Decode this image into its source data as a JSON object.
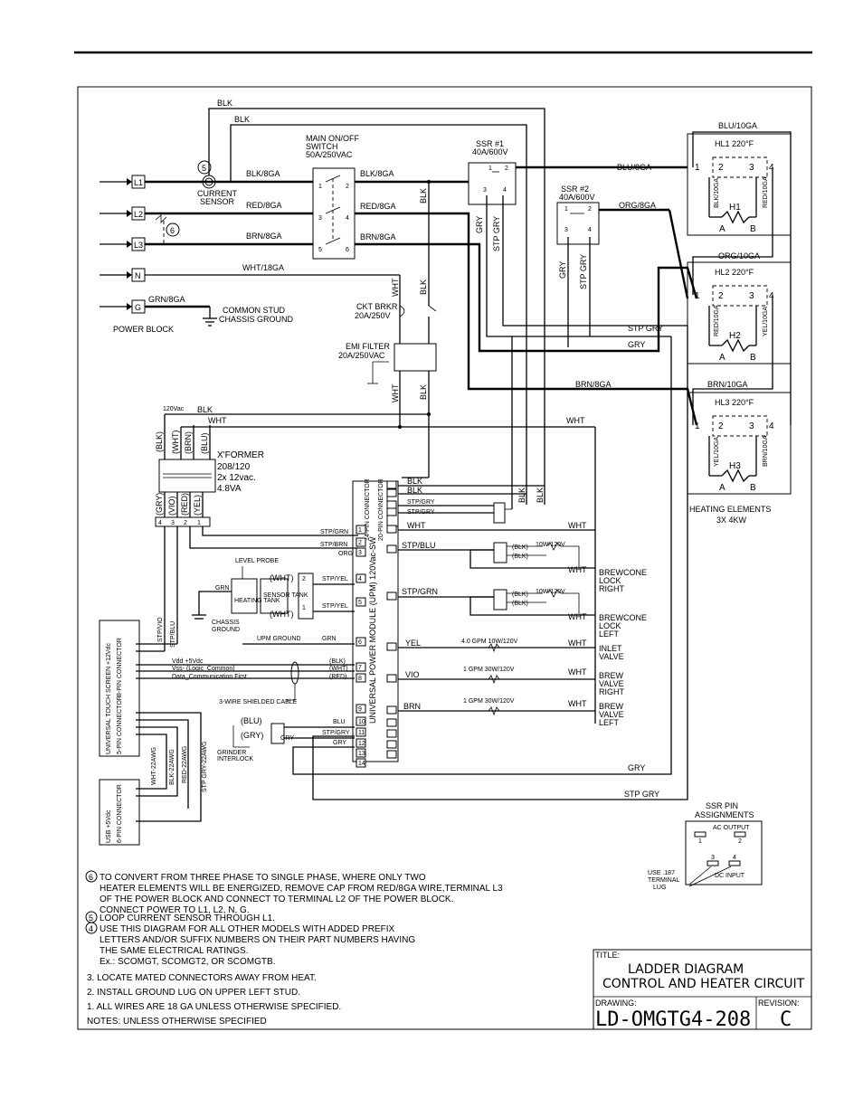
{
  "drawing": {
    "title_label": "TITLE:",
    "title_line1": "LADDER DIAGRAM",
    "title_line2": "CONTROL AND HEATER CIRCUIT",
    "drawing_label": "DRAWING:",
    "drawing_number": "LD-OMGTG4-208",
    "revision_label": "REVISION:",
    "revision": "C"
  },
  "power_block": {
    "label": "POWER BLOCK",
    "terminals": [
      "L1",
      "L2",
      "L3",
      "N",
      "G"
    ],
    "wires": [
      "BLK/8GA",
      "RED/8GA",
      "BRN/8GA",
      "WHT/18GA",
      "GRN/8GA"
    ],
    "ground_label_1": "COMMON STUD",
    "ground_label_2": "CHASSIS GROUND"
  },
  "main_switch": {
    "line1": "MAIN ON/OFF",
    "line2": "SWITCH",
    "line3": "50A/250VAC",
    "out_wires": [
      "BLK/8GA",
      "RED/8GA",
      "BRN/8GA"
    ],
    "pins": [
      "1",
      "2",
      "3",
      "4",
      "5",
      "6"
    ]
  },
  "current_sensor": {
    "line1": "CURRENT",
    "line2": "SENSOR",
    "callout": "5"
  },
  "callout_6": "6",
  "top_wires": [
    "BLK",
    "BLK"
  ],
  "ssr1": {
    "line1": "SSR #1",
    "line2": "40A/600V",
    "pins": [
      "1",
      "2",
      "3",
      "4"
    ]
  },
  "ssr2": {
    "line1": "SSR #2",
    "line2": "40A/600V",
    "pins": [
      "1",
      "2",
      "3",
      "4"
    ]
  },
  "wire_labels": {
    "blu8": "BLU/8GA",
    "org8": "ORG/8GA",
    "brn8": "BRN/8GA",
    "stp_gry": "STP GRY",
    "gry": "GRY",
    "blk": "BLK",
    "wht": "WHT",
    "blu10": "BLU/10GA",
    "org10": "ORG/10GA",
    "brn10": "BRN/10GA",
    "v120": "120Vac"
  },
  "heaters": [
    {
      "label": "HL1 220°F",
      "element": "H1",
      "left_wire": "BLK/10GA",
      "right_wire": "RED/10GA"
    },
    {
      "label": "HL2 220°F",
      "element": "H2",
      "left_wire": "RED/10GA",
      "right_wire": "YEL/10GA"
    },
    {
      "label": "HL3 220°F",
      "element": "H3",
      "left_wire": "YEL/10GA",
      "right_wire": "BRN/10GA"
    }
  ],
  "heater_pins": [
    "1",
    "2",
    "3",
    "4"
  ],
  "heater_ab": [
    "A",
    "B"
  ],
  "heating_elements": {
    "line1": "HEATING ELEMENTS",
    "line2": "3X 4KW"
  },
  "breaker": {
    "line1": "CKT BRKR",
    "line2": "20A/250V"
  },
  "emi": {
    "line1": "EMI FILTER",
    "line2": "20A/250VAC"
  },
  "transformer": {
    "line1": "X'FORMER",
    "line2": "208/120",
    "line3": "2x 12vac.",
    "line4": "4.8VA",
    "top_wires": [
      "(BLK)",
      "(WHT)",
      "(BRN)",
      "(BLU)"
    ],
    "bottom_wires": [
      "(GRY)",
      "(VIO)",
      "(RED)",
      "(YEL)"
    ],
    "pins": [
      "4",
      "3",
      "2",
      "1"
    ]
  },
  "upm": {
    "label": "UNIVERSAL POWER MODULE (UPM) 120Vac-SW",
    "conn14": "14-PIN CONNECTOR",
    "conn20": "20-PIN CONNECTOR",
    "left_pins": [
      "1",
      "2",
      "3",
      "4",
      "5",
      "6",
      "7",
      "8",
      "9",
      "10",
      "11",
      "12",
      "13",
      "14"
    ]
  },
  "upm_inputs": [
    "STP/GRN",
    "STP/BRN",
    "ORG",
    "STP/YEL",
    "STP/YEL",
    "UPM GROUND",
    "GRN",
    "BLU",
    "STP/GRY",
    "GRY"
  ],
  "upm_outputs": [
    "BLK",
    "BLK",
    "STP/GRY",
    "STP/GRY",
    "WHT",
    "STP/BLU",
    "STP/GRN",
    "YEL",
    "VIO",
    "BRN"
  ],
  "loads": [
    {
      "line1": "BREWCONE",
      "line2": "LOCK",
      "line3": "RIGHT",
      "rating": "10W/120V",
      "w1": "(BLK)",
      "w2": "(BLK)"
    },
    {
      "line1": "BREWCONE",
      "line2": "LOCK",
      "line3": "LEFT",
      "rating": "10W/120V",
      "w1": "(BLK)",
      "w2": "(BLK)"
    },
    {
      "line1": "INLET",
      "line2": "VALVE",
      "line3": "",
      "rating": "4.0 GPM 10W/120V"
    },
    {
      "line1": "BREW",
      "line2": "VALVE",
      "line3": "RIGHT",
      "rating": "1 GPM 30W/120V"
    },
    {
      "line1": "BREW",
      "line2": "VALVE",
      "line3": "LEFT",
      "rating": "1 GPM 30W/120V"
    }
  ],
  "level_probe": {
    "probe": "LEVEL PROBE",
    "heating_tank": "HEATING TANK",
    "sensor_tank": "SENSOR TANK",
    "w1": "(WHT)",
    "w2": "(WHT)",
    "grn": "GRN",
    "chassis1": "CHASSIS",
    "chassis2": "GROUND"
  },
  "touch_screen": {
    "label": "UNIVERSAL TOUCH SCREEN +12Vdc",
    "conn": "8-PIN CONNECTOR",
    "conn5": "5-PIN CONNECTOR",
    "stp_vio": "STP/VIO",
    "stp_blu": "STP/BLU",
    "vdd": "Vdd +5Vdc",
    "vss": "Vss- (Logic_Common)",
    "data": "Data_Communication First",
    "blk": "(BLK)",
    "wht": "(WHT)",
    "red": "(RED)",
    "shield": "3-WIRE SHIELDED CABLE"
  },
  "usb": {
    "label": "USB +5Vdc",
    "conn": "6-PIN CONNECTOR",
    "w1": "WHT-22AWG",
    "w2": "BLK-22AWG",
    "w3": "RED-22AWG",
    "w4": "STP GRY-22AWG"
  },
  "grinder": {
    "line1": "GRINDER",
    "line2": "INTERLOCK",
    "blu": "(BLU)",
    "gry": "(GRY)",
    "gry2": "GRY"
  },
  "ssr_pin_box": {
    "line1": "SSR PIN",
    "line2": "ASSIGNMENTS",
    "ac": "AC OUTPUT",
    "dc": "DC INPUT",
    "p1": "1",
    "p2": "2",
    "p3": "3",
    "p4": "4",
    "lug1": "USE .187",
    "lug2": "TERMINAL",
    "lug3": "LUG"
  },
  "notes": [
    "TO CONVERT FROM THREE PHASE TO SINGLE PHASE, WHERE ONLY TWO",
    "HEATER ELEMENTS WILL BE ENERGIZED, REMOVE CAP FROM RED/8GA WIRE,TERMINAL L3",
    "OF THE POWER BLOCK AND CONNECT TO TERMINAL L2 OF THE POWER BLOCK.",
    "CONNECT POWER TO L1, L2, N, G.",
    "LOOP CURRENT SENSOR THROUGH L1.",
    "USE THIS DIAGRAM FOR ALL OTHER MODELS WITH ADDED PREFIX",
    "LETTERS AND/OR SUFFIX NUMBERS ON THEIR PART NUMBERS HAVING",
    "THE SAME ELECTRICAL RATINGS.",
    "Ex.: SCOMGT, SCOMGT2, OR SCOMGTB.",
    "3. LOCATE MATED CONNECTORS AWAY FROM HEAT.",
    "2. INSTALL GROUND LUG ON UPPER LEFT STUD.",
    "1. ALL WIRES ARE 18 GA UNLESS OTHERWISE SPECIFIED.",
    "NOTES: UNLESS OTHERWISE SPECIFIED"
  ],
  "note_markers": [
    "6",
    "5",
    "4"
  ]
}
